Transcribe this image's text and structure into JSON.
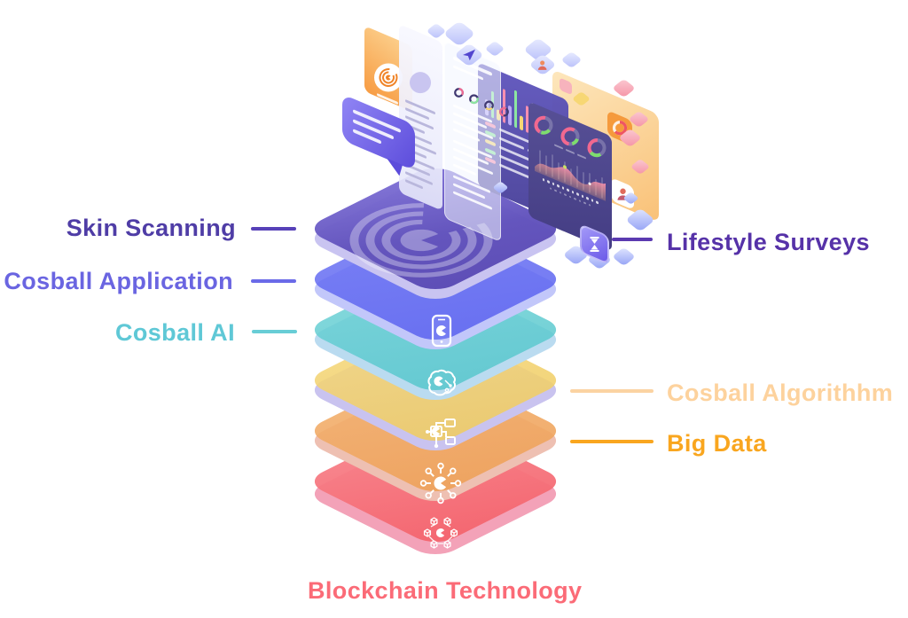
{
  "palette": {
    "accent_purple_dark": "#4f3da6",
    "accent_purple": "#6a65e1",
    "accent_teal": "#5fc8d6",
    "accent_violet": "#5632a8",
    "accent_peach": "#fdd29d",
    "accent_orange": "#f9a61f",
    "accent_red": "#fb6b77",
    "icon_color": "#ffffff"
  },
  "stack": {
    "layers": [
      {
        "name": "skin-scanning",
        "label": "Skin Scanning",
        "label_side": "left",
        "label_color": "#4f3da6",
        "line_color": "#5741b8",
        "top_gradient": [
          "#8274d8",
          "#5a4ab4"
        ],
        "side_color": "#c9c4f1",
        "icon": "concentric-rings-c-logo"
      },
      {
        "name": "cosball-application",
        "label": "Cosball Application",
        "label_side": "left",
        "label_color": "#6a65e1",
        "line_color": "#6a6ae8",
        "top_gradient": [
          "#6d74f4",
          "#5a62ef"
        ],
        "side_color": "#c2c7fa",
        "icon": ""
      },
      {
        "name": "cosball-ai",
        "label": "Cosball AI",
        "label_side": "left",
        "label_color": "#5fc8d6",
        "line_color": "#68cdd6",
        "top_gradient": [
          "#6fd2d6",
          "#55c6cc"
        ],
        "side_color": "#badbf0",
        "icon": "smartphone-c-icon"
      },
      {
        "name": "cosball-algorithhm",
        "label": "Cosball Algorithhm",
        "label_side": "right",
        "label_color": "#fdd29d",
        "line_color": "#fbd3a2",
        "top_gradient": [
          "#f5d87e",
          "#efcb60"
        ],
        "side_color": "#c9c3ef",
        "icon": "brain-c-icon"
      },
      {
        "name": "big-data",
        "label": "Big Data",
        "label_side": "right",
        "label_color": "#f9a61f",
        "line_color": "#f9a61f",
        "top_gradient": [
          "#f3b271",
          "#eea057"
        ],
        "side_color": "#eec0b2",
        "icon": "flowchart-c-icon"
      },
      {
        "name": "blockchain-technology",
        "label": "Blockchain Technology",
        "label_side": "bottom",
        "label_color": "#fb6b77",
        "line_color": "",
        "top_gradient": [
          "#f8858d",
          "#f4636c"
        ],
        "side_color": "#f3a2b8",
        "icon": "network-hub-c-icon",
        "icon2": "blockchain-cubes-c-icon"
      }
    ]
  },
  "hero": {
    "cards": [
      {
        "name": "brand-card",
        "icon": "concentric-c-rings-icon"
      },
      {
        "name": "chat-bubble",
        "icon": "text-lines"
      },
      {
        "name": "profile-document-panel",
        "icon": "avatar-circle"
      },
      {
        "name": "report-document-panel",
        "icon": "donut-icons-row"
      },
      {
        "name": "analytics-dashboard-bars",
        "icon": "bar-chart"
      },
      {
        "name": "analytics-dashboard-gauges",
        "icon": "gauge-donuts"
      },
      {
        "name": "summary-card-peach",
        "icon": "red-donut-icon"
      },
      {
        "name": "hourglass-badge",
        "icon": "hourglass-icon"
      },
      {
        "name": "paper-plane-tile",
        "icon": "paper-plane-icon"
      },
      {
        "name": "user-tile",
        "icon": "user-icon"
      }
    ]
  }
}
